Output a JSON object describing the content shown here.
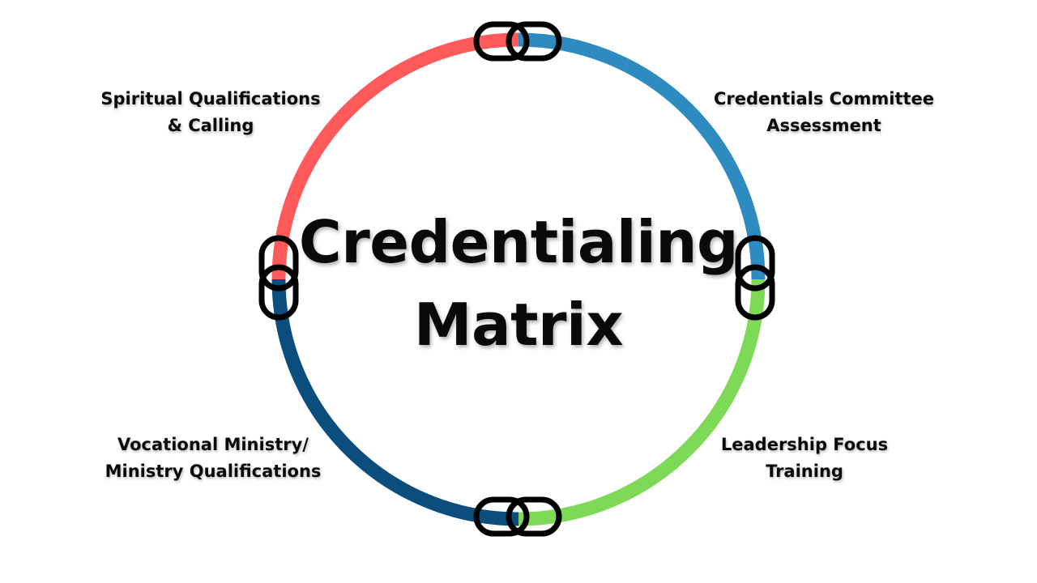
{
  "title": {
    "line1": "Credentialing",
    "line2": "Matrix"
  },
  "quadrants": {
    "top_left": {
      "line1": "Spiritual Qualifications",
      "line2": "& Calling",
      "color": "#ff5a5a"
    },
    "top_right": {
      "line1": "Credentials Committee",
      "line2": "Assessment",
      "color": "#2e8bc0"
    },
    "bottom_right": {
      "line1": "Leadership Focus",
      "line2": "Training",
      "color": "#7ed957"
    },
    "bottom_left": {
      "line1": "Vocational Ministry/",
      "line2": "Ministry Qualifications",
      "color": "#0b4d7c"
    }
  },
  "link_icons": [
    "chain-link-icon",
    "chain-link-icon",
    "chain-link-icon",
    "chain-link-icon"
  ]
}
